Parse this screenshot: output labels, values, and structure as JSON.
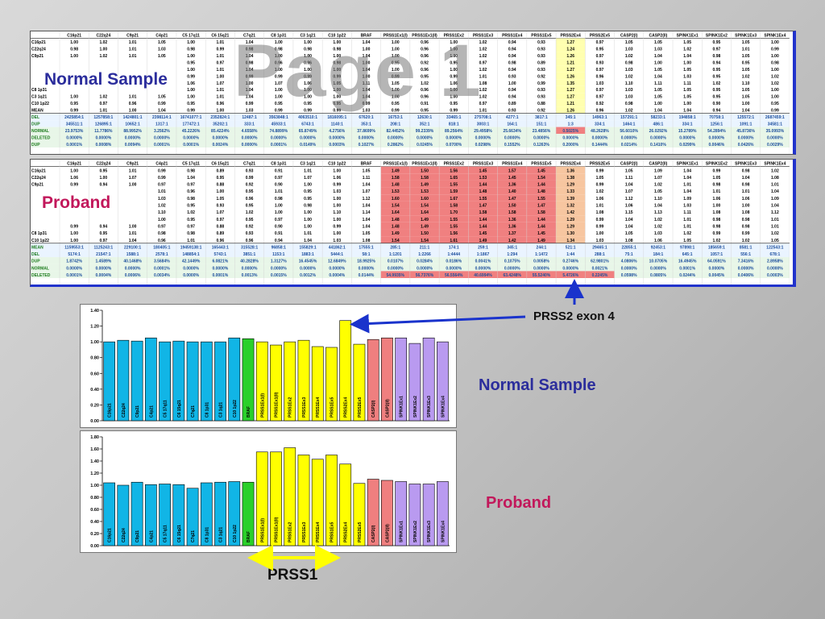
{
  "watermark": "Page 1",
  "labels": {
    "normal_sample_top": "Normal Sample",
    "proband_top": "Proband",
    "prss2_exon4": "PRSS2 exon 4",
    "normal_sample_chart": "Normal Sample",
    "proband_chart": "Proband",
    "prss1": "PRSS1"
  },
  "colors": {
    "cyan": "#11b5e6",
    "green": "#2ad02a",
    "yellow": "#ffff00",
    "salmon": "#ef7f7f",
    "lavender": "#b99af0",
    "highlight_red": "#f08080",
    "highlight_yellow": "#ffffb0",
    "arrow_blue": "#1a33cc",
    "arrow_yellow": "#ffff00"
  },
  "table_normal": {
    "columns": [
      "C16p21",
      "C22q24",
      "C9p21",
      "C4p21",
      "C5 17q11",
      "C6 15q21",
      "C7q21",
      "C8 1p31",
      "C3 1q21",
      "C10 1p22",
      "BRAF",
      "PRSS1Ex1(I)",
      "PRSS1Ex1(II)",
      "PRSS1Ex2",
      "PRSS1Ex3",
      "PRSS1Ex4",
      "PRSS1Ex5",
      "PRSS2Ex4",
      "PRSS2Ex5",
      "CASP2(I)",
      "CASP2(II)",
      "SPINK1Ex1",
      "SPINK1Ex2",
      "SPINK1Ex3",
      "SPINK1Ex4"
    ],
    "row_labels": [
      "C16p21",
      "C22q24",
      "C9p21",
      "",
      "",
      "",
      "",
      "C8 1p31",
      "C3 1q21",
      "C10 1p22",
      "MEAN",
      "DEL",
      "DUP",
      "NORMAL",
      "DELETED",
      "DUP"
    ],
    "rows": [
      [
        "1.00",
        "1.02",
        "1.01",
        "1.05",
        "1.00",
        "1.01",
        "1.04",
        "1.00",
        "1.00",
        "1.00",
        "1.04",
        "1.00",
        "0.96",
        "1.00",
        "1.02",
        "0.94",
        "0.93",
        "1.27",
        "0.97",
        "1.05",
        "1.05",
        "1.05",
        "0.95",
        "1.05",
        "1.00"
      ],
      [
        "0.98",
        "1.00",
        "1.01",
        "1.03",
        "0.98",
        "0.99",
        "0.98",
        "0.98",
        "0.98",
        "0.98",
        "1.00",
        "1.00",
        "0.96",
        "1.00",
        "1.02",
        "0.94",
        "0.93",
        "1.24",
        "0.95",
        "1.03",
        "1.03",
        "1.02",
        "0.97",
        "1.01",
        "0.99"
      ],
      [
        "1.00",
        "1.02",
        "1.01",
        "1.05",
        "1.00",
        "1.01",
        "1.04",
        "1.00",
        "1.00",
        "1.00",
        "1.04",
        "1.00",
        "0.96",
        "1.00",
        "1.02",
        "0.94",
        "0.93",
        "1.26",
        "0.97",
        "1.02",
        "1.04",
        "1.04",
        "0.98",
        "1.05",
        "1.00"
      ],
      [
        "",
        "",
        "",
        "",
        "0.95",
        "0.97",
        "0.98",
        "0.96",
        "0.96",
        "0.98",
        "1.00",
        "0.95",
        "0.92",
        "0.95",
        "0.97",
        "0.98",
        "0.89",
        "1.21",
        "0.93",
        "0.98",
        "1.00",
        "1.00",
        "0.94",
        "0.95",
        "0.98"
      ],
      [
        "",
        "",
        "",
        "",
        "1.00",
        "1.01",
        "1.04",
        "1.00",
        "1.00",
        "1.00",
        "1.04",
        "1.00",
        "0.96",
        "1.00",
        "1.02",
        "0.94",
        "0.93",
        "1.27",
        "0.97",
        "1.03",
        "1.05",
        "1.05",
        "0.95",
        "1.05",
        "1.00"
      ],
      [
        "",
        "",
        "",
        "",
        "0.99",
        "1.00",
        "0.99",
        "0.99",
        "0.99",
        "0.99",
        "1.00",
        "0.99",
        "0.95",
        "0.99",
        "1.01",
        "0.93",
        "0.92",
        "1.26",
        "0.96",
        "1.02",
        "1.04",
        "1.03",
        "0.95",
        "1.02",
        "1.02"
      ],
      [
        "",
        "",
        "",
        "",
        "1.06",
        "1.07",
        "1.00",
        "1.07",
        "1.06",
        "1.05",
        "1.11",
        "1.05",
        "1.02",
        "1.06",
        "1.08",
        "1.00",
        "0.99",
        "1.35",
        "1.03",
        "1.10",
        "1.11",
        "1.11",
        "1.02",
        "1.10",
        "1.02"
      ],
      [
        "",
        "",
        "",
        "",
        "1.00",
        "1.01",
        "1.04",
        "1.00",
        "1.00",
        "1.00",
        "1.04",
        "1.00",
        "0.96",
        "1.00",
        "1.02",
        "0.94",
        "0.93",
        "1.27",
        "0.97",
        "1.03",
        "1.05",
        "1.05",
        "0.95",
        "1.05",
        "1.00"
      ],
      [
        "1.00",
        "1.02",
        "1.01",
        "1.05",
        "1.00",
        "1.01",
        "1.04",
        "1.00",
        "1.00",
        "1.00",
        "1.04",
        "1.00",
        "0.96",
        "1.00",
        "1.02",
        "0.94",
        "0.93",
        "1.27",
        "0.97",
        "1.03",
        "1.05",
        "1.05",
        "0.95",
        "1.05",
        "1.00"
      ],
      [
        "0.95",
        "0.97",
        "0.96",
        "0.99",
        "0.95",
        "0.96",
        "0.99",
        "0.95",
        "0.95",
        "0.95",
        "0.99",
        "0.95",
        "0.91",
        "0.95",
        "0.97",
        "0.89",
        "0.88",
        "1.21",
        "0.92",
        "0.98",
        "1.00",
        "1.00",
        "0.90",
        "1.00",
        "0.95"
      ],
      [
        "0.99",
        "1.01",
        "1.00",
        "1.04",
        "0.99",
        "1.00",
        "1.03",
        "0.99",
        "0.99",
        "0.99",
        "1.03",
        "0.99",
        "0.95",
        "0.99",
        "1.01",
        "0.93",
        "0.92",
        "1.26",
        "0.96",
        "1.02",
        "1.04",
        "1.04",
        "0.94",
        "1.04",
        "0.99"
      ],
      [
        "2425854:1",
        "1257858:1",
        "1424801:1",
        "2398114:1",
        "16741077:1",
        "2352824:1",
        "12487:1",
        "3563848:1",
        "4063510:1",
        "1816095:1",
        "67620:1",
        "16753:1",
        "12630:1",
        "33465:1",
        "275708:1",
        "4277:1",
        "3817:1",
        "345:1",
        "14963:1",
        "157291:1",
        "58233:1",
        "194858:1",
        "70758:1",
        "125572:1",
        "2687459:1"
      ],
      [
        "345511:1",
        "126895:1",
        "10652:1",
        "1317:1",
        "177472:1",
        "35202:1",
        "333:1",
        "45933:1",
        "6743:1",
        "1140:1",
        "353:1",
        "208:1",
        "352:1",
        "818:1",
        "3003:1",
        "164:1",
        "151:1",
        "1:3",
        "334:1",
        "1464:1",
        "486:1",
        "334:1",
        "1256:1",
        "1091:1",
        "34581:1"
      ],
      [
        "23.9753%",
        "11.7786%",
        "88.9952%",
        "3.2562%",
        "45.2226%",
        "85.4224%",
        "4.6558%",
        "74.8899%",
        "65.8749%",
        "4.2756%",
        "37.8699%",
        "82.4452%",
        "99.2339%",
        "89.2564%",
        "29.4958%",
        "25.6634%",
        "23.4856%",
        "0.5025%",
        "48.2628%",
        "56.6010%",
        "26.0292%",
        "15.2789%",
        "54.2894%",
        "45.8736%",
        "35.0993%"
      ],
      [
        "0.0000%",
        "0.0000%",
        "0.0000%",
        "0.0000%",
        "0.0000%",
        "0.0000%",
        "0.0000%",
        "0.0000%",
        "0.0000%",
        "0.0000%",
        "0.0000%",
        "0.0000%",
        "0.0000%",
        "0.0000%",
        "0.0000%",
        "0.0000%",
        "0.0000%",
        "0.0000%",
        "0.0000%",
        "0.0000%",
        "0.0000%",
        "0.0000%",
        "0.0000%",
        "0.0000%",
        "0.0000%"
      ],
      [
        "0.0001%",
        "0.0008%",
        "0.0094%",
        "0.0001%",
        "0.0001%",
        "0.0024%",
        "0.0000%",
        "0.0001%",
        "0.0149%",
        "0.0003%",
        "0.1027%",
        "0.2862%",
        "0.0245%",
        "0.0700%",
        "0.0298%",
        "0.1552%",
        "0.1263%",
        "0.2000%",
        "0.1444%",
        "0.0214%",
        "0.1410%",
        "0.0299%",
        "0.0046%",
        "0.0426%",
        "0.0029%"
      ]
    ]
  },
  "table_proband": {
    "columns": [
      "C16p21",
      "C22q24",
      "C9p21",
      "C4p21",
      "C5 17q11",
      "C6 15q21",
      "C7q21",
      "C8 1p31",
      "C3 1q21",
      "C10 1p22",
      "BRAF",
      "PRSS1Ex1(I)",
      "PRSS1Ex1(II)",
      "PRSS1Ex2",
      "PRSS1Ex3",
      "PRSS1Ex4",
      "PRSS1Ex5",
      "PRSS2Ex4",
      "PRSS2Ex5",
      "CASP2(I)",
      "CASP2(II)",
      "SPINK1Ex1",
      "SPINK1Ex2",
      "SPINK1Ex3",
      "SPINK1Ex4"
    ],
    "row_labels": [
      "C16p21",
      "C22q24",
      "C9p21",
      "",
      "",
      "",
      "",
      "",
      "",
      "C8 1p31",
      "C10 1p22",
      "MEAN",
      "DEL",
      "DUP",
      "NORMAL",
      "DELETED",
      "DUP"
    ],
    "rows": [
      [
        "1.00",
        "0.95",
        "1.01",
        "0.99",
        "0.98",
        "0.89",
        "0.93",
        "0.91",
        "1.01",
        "1.00",
        "1.05",
        "1.49",
        "1.50",
        "1.56",
        "1.45",
        "1.57",
        "1.45",
        "1.36",
        "0.99",
        "1.05",
        "1.09",
        "1.04",
        "0.99",
        "0.98",
        "1.02"
      ],
      [
        "1.06",
        "1.00",
        "1.07",
        "0.99",
        "1.04",
        "0.95",
        "0.99",
        "0.97",
        "1.07",
        "1.06",
        "1.11",
        "1.58",
        "1.58",
        "1.65",
        "1.53",
        "1.45",
        "1.54",
        "1.38",
        "1.05",
        "1.11",
        "1.07",
        "1.04",
        "1.05",
        "1.04",
        "1.08"
      ],
      [
        "0.99",
        "0.94",
        "1.00",
        "0.97",
        "0.97",
        "0.88",
        "0.92",
        "0.90",
        "1.00",
        "0.99",
        "1.04",
        "1.48",
        "1.49",
        "1.55",
        "1.44",
        "1.36",
        "1.44",
        "1.29",
        "0.99",
        "1.04",
        "1.02",
        "1.01",
        "0.98",
        "0.98",
        "1.01"
      ],
      [
        "",
        "",
        "",
        "1.01",
        "0.96",
        "1.00",
        "0.95",
        "1.01",
        "0.95",
        "1.03",
        "1.07",
        "1.53",
        "1.53",
        "1.59",
        "1.48",
        "1.40",
        "1.48",
        "1.33",
        "1.02",
        "1.07",
        "1.05",
        "1.04",
        "1.01",
        "1.01",
        "1.04"
      ],
      [
        "",
        "",
        "",
        "1.03",
        "0.98",
        "1.05",
        "0.96",
        "0.98",
        "0.95",
        "1.00",
        "1.12",
        "1.60",
        "1.60",
        "1.67",
        "1.55",
        "1.47",
        "1.55",
        "1.39",
        "1.06",
        "1.12",
        "1.10",
        "1.09",
        "1.06",
        "1.06",
        "1.09"
      ],
      [
        "",
        "",
        "",
        "1.02",
        "0.95",
        "0.93",
        "0.95",
        "1.00",
        "0.98",
        "1.00",
        "1.04",
        "1.54",
        "1.54",
        "1.58",
        "1.47",
        "1.50",
        "1.47",
        "1.32",
        "1.01",
        "1.06",
        "1.04",
        "1.03",
        "1.00",
        "1.00",
        "1.04"
      ],
      [
        "",
        "",
        "",
        "1.10",
        "1.02",
        "1.07",
        "1.02",
        "1.00",
        "1.00",
        "1.10",
        "1.14",
        "1.64",
        "1.64",
        "1.70",
        "1.58",
        "1.58",
        "1.58",
        "1.42",
        "1.08",
        "1.15",
        "1.13",
        "1.11",
        "1.08",
        "1.08",
        "1.12"
      ],
      [
        "",
        "",
        "",
        "1.00",
        "0.95",
        "0.97",
        "0.95",
        "0.97",
        "1.00",
        "1.00",
        "1.04",
        "1.48",
        "1.49",
        "1.55",
        "1.44",
        "1.36",
        "1.44",
        "1.29",
        "0.99",
        "1.04",
        "1.02",
        "1.01",
        "0.98",
        "0.98",
        "1.01"
      ],
      [
        "0.99",
        "0.94",
        "1.00",
        "0.97",
        "0.97",
        "0.88",
        "0.92",
        "0.90",
        "1.00",
        "0.99",
        "1.04",
        "1.48",
        "1.49",
        "1.55",
        "1.44",
        "1.36",
        "1.44",
        "1.29",
        "0.99",
        "1.04",
        "1.02",
        "1.01",
        "0.98",
        "0.98",
        "1.01"
      ],
      [
        "1.00",
        "0.95",
        "1.01",
        "0.98",
        "0.98",
        "0.89",
        "0.93",
        "0.91",
        "1.01",
        "1.00",
        "1.05",
        "1.49",
        "1.50",
        "1.56",
        "1.45",
        "1.37",
        "1.45",
        "1.30",
        "1.00",
        "1.05",
        "1.03",
        "1.02",
        "0.99",
        "0.99",
        "1.02"
      ],
      [
        "1.00",
        "0.97",
        "1.04",
        "0.96",
        "1.01",
        "0.96",
        "0.96",
        "0.94",
        "1.04",
        "1.03",
        "1.08",
        "1.54",
        "1.54",
        "1.61",
        "1.49",
        "1.42",
        "1.49",
        "1.34",
        "1.03",
        "1.08",
        "1.06",
        "1.05",
        "1.02",
        "1.02",
        "1.05"
      ],
      [
        "1159553:1",
        "1125243:1",
        "229100:1",
        "180405:1",
        "19459138:1",
        "165443:1",
        "315528:1",
        "96858:1",
        "155829:1",
        "441862:1",
        "17555:1",
        "285:1",
        "211:1",
        "174:1",
        "259:1",
        "345:1",
        "244:1",
        "521:1",
        "29465:1",
        "22855:1",
        "92453:1",
        "97898:1",
        "185659:1",
        "8581:1",
        "122543:1"
      ],
      [
        "5174:1",
        "21547:1",
        "1588:1",
        "2578:1",
        "148854:1",
        "5743:1",
        "3851:1",
        "1153:1",
        "1883:1",
        "5444:1",
        "58:1",
        "1:1201",
        "1:2266",
        "1:4444",
        "1:1867",
        "1:294",
        "1:1472",
        "1:44",
        "288:1",
        "75:1",
        "184:1",
        "645:1",
        "1057:1",
        "556:1",
        "678:1"
      ],
      [
        "1.8742%",
        "1.4589%",
        "40.1468%",
        "3.5684%",
        "42.1449%",
        "6.0821%",
        "40.2828%",
        "1.3127%",
        "16.4545%",
        "12.6849%",
        "18.9925%",
        "0.0107%",
        "0.0284%",
        "0.0186%",
        "0.0041%",
        "0.1075%",
        "0.0058%",
        "0.2746%",
        "62.9801%",
        "4.0806%",
        "10.0705%",
        "16.4945%",
        "64.0591%",
        "7.3416%",
        "2.8958%"
      ],
      [
        "0.0000%",
        "0.0000%",
        "0.0000%",
        "0.0001%",
        "0.0000%",
        "0.0000%",
        "0.0000%",
        "0.0000%",
        "0.0000%",
        "0.0000%",
        "0.0000%",
        "0.0000%",
        "0.0000%",
        "0.0000%",
        "0.0000%",
        "0.0000%",
        "0.0000%",
        "0.0000%",
        "0.0021%",
        "0.0000%",
        "0.0000%",
        "0.0001%",
        "0.0000%",
        "0.0000%",
        "0.0000%"
      ],
      [
        "0.0001%",
        "0.0004%",
        "0.0006%",
        "0.0034%",
        "0.0000%",
        "0.0001%",
        "0.0013%",
        "0.0015%",
        "0.0012%",
        "0.0004%",
        "0.0144%",
        "54.9935%",
        "56.7376%",
        "56.5564%",
        "40.6994%",
        "63.4248%",
        "55.5240%",
        "5.4726%",
        "0.2245%",
        "0.0598%",
        "0.0805%",
        "0.0244%",
        "0.0045%",
        "0.0406%",
        "0.0003%"
      ]
    ]
  },
  "chart_data": [
    {
      "type": "bar",
      "name": "normal",
      "ylim": [
        0,
        1.4
      ],
      "yticks": [
        "0.00",
        "0.20",
        "0.40",
        "0.60",
        "0.80",
        "1.00",
        "1.20",
        "1.40"
      ],
      "categories": [
        "C16p21",
        "C22q24",
        "C9p21",
        "C4p21",
        "C5 17q11",
        "C6 15q21",
        "C7q21",
        "C8 1p31",
        "C3 1q21",
        "C10 1p22",
        "BRAF",
        "PRSS1Ex1(I)",
        "PRSS1Ex1(II)",
        "PRSS1Ex2",
        "PRSS1Ex3",
        "PRSS1Ex4",
        "PRSS1Ex5",
        "PRSS2Ex4",
        "PRSS2Ex5",
        "CASP2(I)",
        "CASP2(II)",
        "SPINK1Ex1",
        "SPINK1Ex2",
        "SPINK1Ex3",
        "SPINK1Ex4"
      ],
      "values": [
        1.0,
        1.02,
        1.01,
        1.05,
        1.0,
        1.01,
        1.0,
        1.0,
        1.0,
        1.05,
        1.04,
        1.0,
        0.96,
        1.0,
        1.02,
        0.94,
        0.93,
        1.27,
        0.97,
        1.03,
        1.05,
        1.05,
        0.98,
        1.05,
        1.0
      ],
      "bar_colors": [
        "cyan",
        "cyan",
        "cyan",
        "cyan",
        "cyan",
        "cyan",
        "cyan",
        "cyan",
        "cyan",
        "cyan",
        "green",
        "yellow",
        "yellow",
        "yellow",
        "yellow",
        "yellow",
        "yellow",
        "yellow",
        "yellow",
        "salmon",
        "salmon",
        "lavender",
        "lavender",
        "lavender",
        "lavender"
      ]
    },
    {
      "type": "bar",
      "name": "proband",
      "ylim": [
        0,
        1.8
      ],
      "yticks": [
        "0.00",
        "0.20",
        "0.40",
        "0.60",
        "0.80",
        "1.00",
        "1.20",
        "1.40",
        "1.60",
        "1.80"
      ],
      "categories": [
        "C16p21",
        "C22q24",
        "C9p21",
        "C4p21",
        "C5 17q11",
        "C6 15q21",
        "C7q21",
        "C8 1p31",
        "C3 1q21",
        "C10 1p22",
        "BRAF",
        "PRSS1Ex1(I)",
        "PRSS1Ex1(II)",
        "PRSS1Ex2",
        "PRSS1Ex3",
        "PRSS1Ex4",
        "PRSS1Ex5",
        "PRSS2Ex4",
        "PRSS2Ex5",
        "CASP2(I)",
        "CASP2(II)",
        "SPINK1Ex1",
        "SPINK1Ex2",
        "SPINK1Ex3",
        "SPINK1Ex4"
      ],
      "values": [
        1.04,
        1.0,
        1.05,
        1.01,
        1.02,
        1.01,
        0.95,
        1.04,
        1.05,
        1.06,
        1.05,
        1.55,
        1.55,
        1.62,
        1.5,
        1.43,
        1.5,
        1.35,
        1.03,
        1.1,
        1.08,
        1.06,
        1.02,
        1.02,
        1.06
      ],
      "bar_colors": [
        "cyan",
        "cyan",
        "cyan",
        "cyan",
        "cyan",
        "cyan",
        "cyan",
        "cyan",
        "cyan",
        "cyan",
        "green",
        "yellow",
        "yellow",
        "yellow",
        "yellow",
        "yellow",
        "yellow",
        "yellow",
        "yellow",
        "salmon",
        "salmon",
        "lavender",
        "lavender",
        "lavender",
        "lavender"
      ]
    }
  ]
}
